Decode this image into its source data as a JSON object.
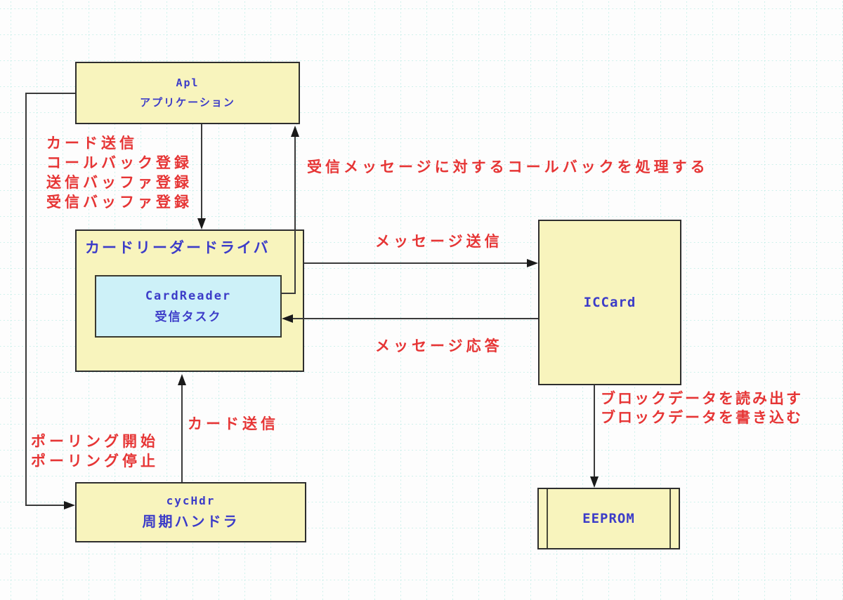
{
  "diagram": {
    "title": "card-reader-driver-architecture",
    "nodes": {
      "apl": {
        "title": "Apl",
        "subtitle": "アプリケーション"
      },
      "driver": {
        "label": "カードリーダードライバ"
      },
      "card_reader_task": {
        "title": "CardReader",
        "subtitle": "受信タスク"
      },
      "iccard": {
        "label": "ICCard"
      },
      "cychdr": {
        "title": "cycHdr",
        "subtitle": "周期ハンドラ"
      },
      "eeprom": {
        "label": "EEPROM"
      }
    },
    "labels": {
      "apl_to_driver": [
        "カード送信",
        "コールバック登録",
        "送信バッファ登録",
        "受信バッファ登録"
      ],
      "callback_note": "受信メッセージに対するコールバックを処理する",
      "message_send": "メッセージ送信",
      "message_response": "メッセージ応答",
      "card_send": "カード送信",
      "polling": [
        "ポーリング開始",
        "ポーリング停止"
      ],
      "block_data": [
        "ブロックデータを読み出す",
        "ブロックデータを書き込む"
      ]
    },
    "colors": {
      "node_fill": "#f8f4bd",
      "task_fill": "#cdf1f8",
      "node_border": "#2e2e2e",
      "node_text": "#3c3cc8",
      "annotation_text": "#e63535",
      "connector": "#3a3a3a",
      "grid": "#ace8df",
      "background": "#fdfdfd"
    }
  }
}
